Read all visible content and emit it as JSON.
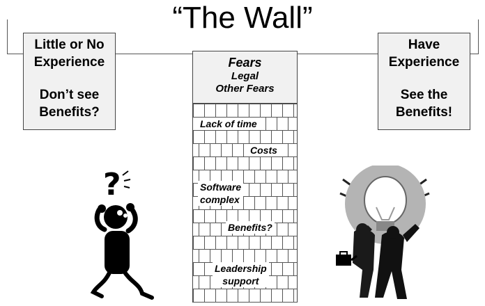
{
  "title": "“The Wall”",
  "left_box": {
    "line1": "Little or No",
    "line2": "Experience",
    "line3": "Don’t see",
    "line4": "Benefits?"
  },
  "right_box": {
    "line1": "Have",
    "line2": "Experience",
    "line3": "See the",
    "line4": "Benefits!"
  },
  "fears_box": {
    "heading": "Fears",
    "line1": "Legal",
    "line2": "Other Fears"
  },
  "wall_labels": {
    "lack_of_time": "Lack of time",
    "costs": "Costs",
    "software_line1": "Software",
    "software_line2": "complex",
    "benefits": "Benefits?",
    "leadership_line1": "Leadership",
    "leadership_line2": "support"
  },
  "icons": {
    "left": "confused-person-icon",
    "right": "businessmen-lightbulb-icon"
  }
}
